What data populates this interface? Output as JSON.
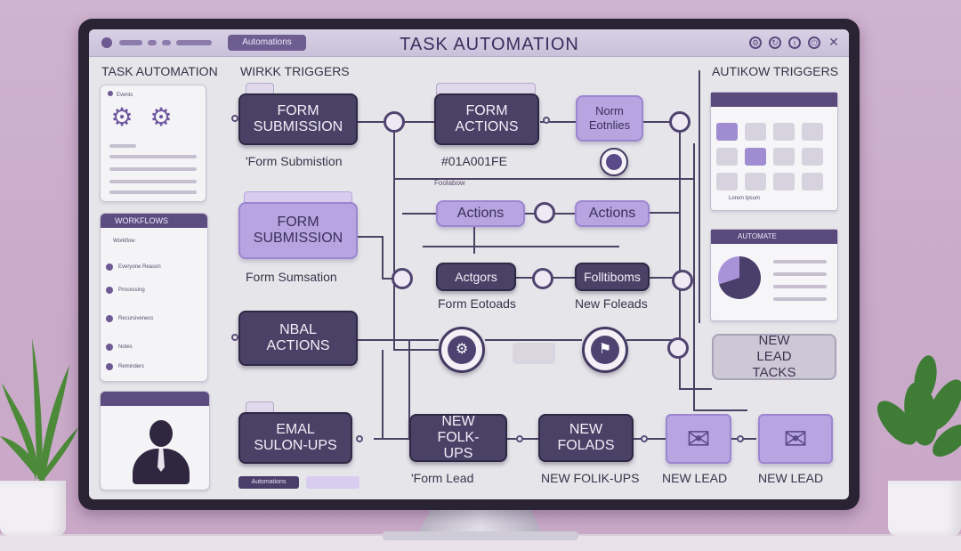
{
  "window": {
    "tab_label": "Automations",
    "title": "TASK AUTOMATION",
    "icons": [
      "settings-icon",
      "refresh-icon",
      "info-icon",
      "power-icon",
      "close-icon"
    ]
  },
  "sidebar": {
    "heading": "TASK AUTOMATION",
    "card1_bar": "Events",
    "workflows_bar": "WORKFLOWS",
    "workflow_items": [
      "Workflow",
      "Everyone Reason",
      "Processing",
      "Recursiveness",
      "Notes",
      "Reminders"
    ],
    "bottom_btn1": "Automations"
  },
  "workflow": {
    "left_header": "WIRKK TRIGGERS",
    "right_header": "AUTIKOW TRIGGERS",
    "nodes": {
      "form_submission_1": "FORM SUBMISSION",
      "form_submission_1_caption": "'Form Submistion",
      "form_actions": "FORM ACTIONS",
      "form_actions_caption": "#01A001FE",
      "norm_actions": "Norm Eotnlies",
      "form_submission_2": "FORM SUBMISSION",
      "form_submission_2_caption": "Form Sumsation",
      "actions_1": "Actions",
      "actions_2": "Actions",
      "small_label": "Foolabow",
      "actgors": "Actgors",
      "actgors_caption": "Form Eotoads",
      "folltiboms": "Folltiboms",
      "folltiboms_caption": "New Foleads",
      "nbal_actions": "NBAL ACTIONS",
      "email_followups": "EMAL SULON-UPS",
      "new_followups": "NEW FOLK-UPS",
      "new_followups_caption": "'Form Lead",
      "new_foleads": "NEW FOLADS",
      "new_foleads_caption": "NEW FOLIK-UPS",
      "new_lead_caption_1": "NEW LEAD",
      "new_lead_caption_2": "NEW LEAD",
      "new_lead_tasks": "NEW LEAD TACKS"
    }
  },
  "right": {
    "grid_bar": "",
    "grid_footer": "Lorem Ipsum",
    "auto_bar": "AUTOMATE"
  }
}
